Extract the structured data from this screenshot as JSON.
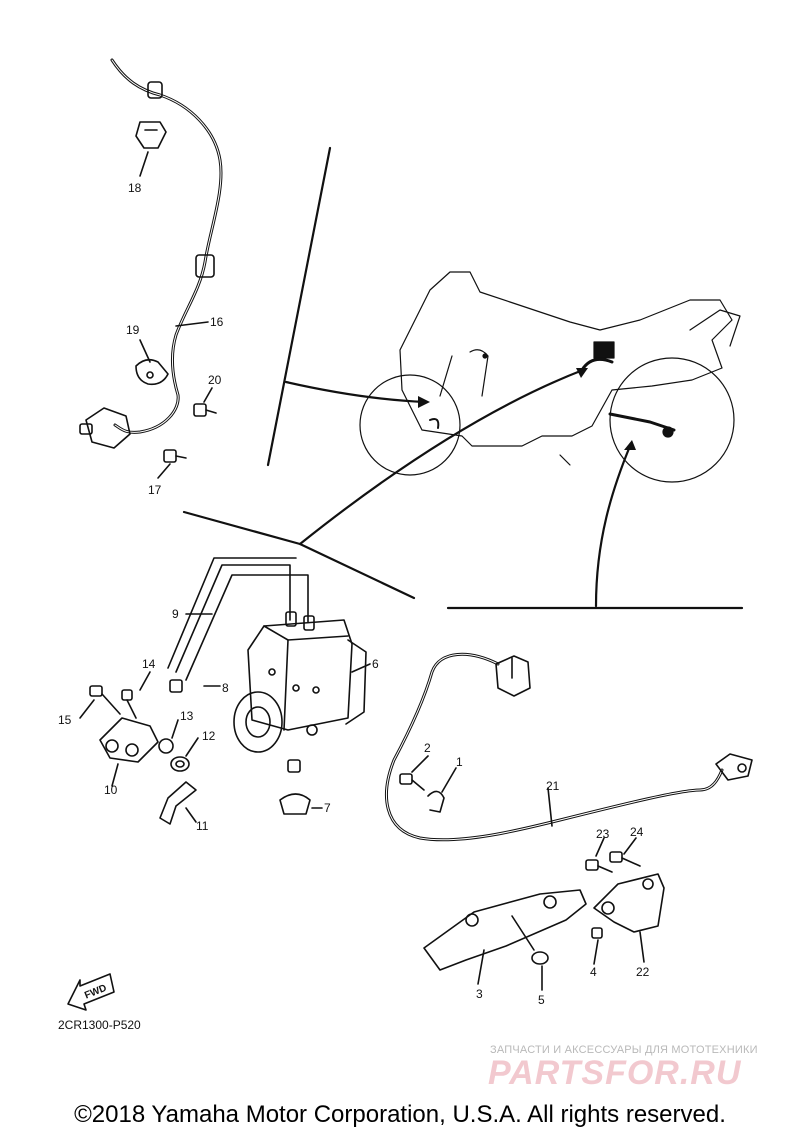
{
  "diagram": {
    "part_labels": [
      "18",
      "16",
      "19",
      "20",
      "17",
      "9",
      "14",
      "8",
      "6",
      "15",
      "13",
      "12",
      "10",
      "11",
      "7",
      "2",
      "1",
      "21",
      "23",
      "24",
      "3",
      "5",
      "4",
      "22"
    ],
    "fwd_label": "FWD",
    "drawing_code": "2CR1300-P520"
  },
  "watermark": {
    "subtitle": "ЗАПЧАСТИ И АКСЕССУАРЫ ДЛЯ МОТОТЕХНИКИ",
    "brand": "PARTSFOR.RU"
  },
  "footer": {
    "copyright": "©2018 Yamaha Motor Corporation, U.S.A. All rights reserved."
  }
}
